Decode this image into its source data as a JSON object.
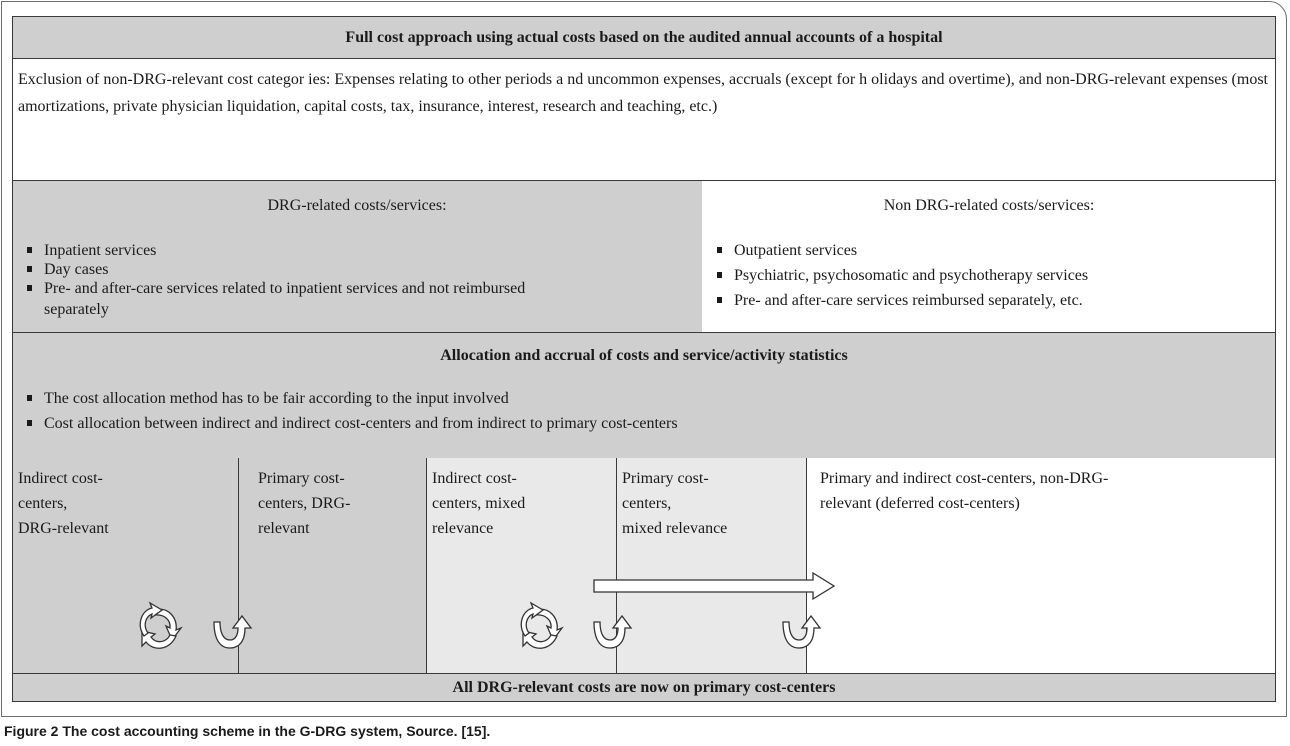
{
  "title": "Full cost approach using actual costs based on the audited annual accounts of a hospital",
  "exclusion": "Exclusion of non-DRG-relevant cost categor ies: Expenses relating to other periods a nd uncommon expenses, accruals (except for h olidays and overtime), and non-DRG-relevant expenses (most amortizations, private physician liquidation, capital costs, tax, insurance, interest, research and teaching, etc.)",
  "drg_related": {
    "heading": "DRG-related costs/services:",
    "items": [
      "Inpatient services",
      "Day cases",
      "Pre- and after-care services related to inpatient services and not reimbursed separately"
    ]
  },
  "non_drg_related": {
    "heading": "Non DRG-related costs/services:",
    "items": [
      "Outpatient services",
      "Psychiatric, psychosomatic and psychotherapy services",
      "Pre- and after-care services reimbursed separately, etc."
    ]
  },
  "allocation": {
    "heading": "Allocation and accrual of costs and service/activity statistics",
    "items": [
      "The cost allocation method has to be fair according to the input involved",
      "Cost allocation between indirect and indirect cost-centers and from indirect to primary cost-centers"
    ]
  },
  "cost_centers": [
    {
      "label": "Indirect cost-\ncenters,\nDRG-relevant"
    },
    {
      "label": "Primary cost-\ncenters, DRG-\nrelevant"
    },
    {
      "label": "Indirect cost-\ncenters, mixed\nrelevance"
    },
    {
      "label": "Primary cost-\ncenters,\nmixed relevance"
    },
    {
      "label": "Primary and indirect cost-centers, non-DRG-\nrelevant (deferred cost-centers)"
    }
  ],
  "conclusion": "All DRG-relevant costs are now on primary cost-centers",
  "caption": {
    "label": "Figure 2",
    "text": "The cost accounting scheme in the G-DRG system, Source. [15]."
  },
  "colors": {
    "dark_fill": "#cfcfcf",
    "light_fill": "#e9e9e9",
    "line": "#3a3a3a"
  },
  "icons": [
    "cycle-arrows-icon",
    "u-turn-arrow-icon",
    "right-arrow-icon"
  ]
}
